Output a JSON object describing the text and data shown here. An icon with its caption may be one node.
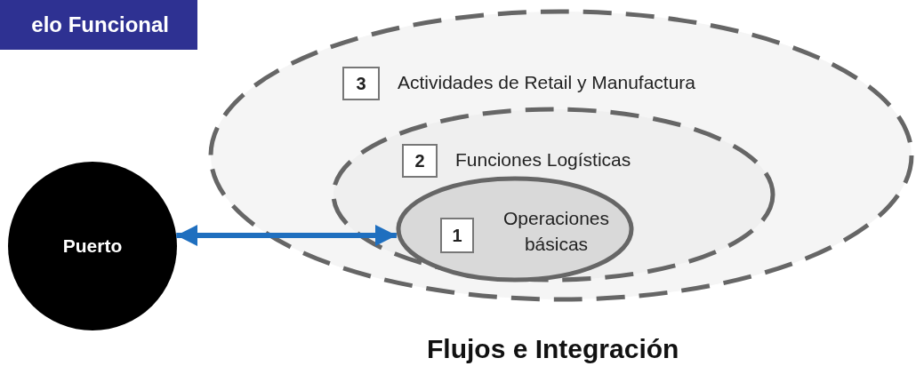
{
  "diagram": {
    "title": "elo Funcional",
    "caption": "Flujos e Integración",
    "nodes": [
      {
        "text": [
          "Puerto"
        ]
      },
      {
        "text": [
          "Actividades de Retail y Manufactura"
        ]
      },
      {
        "text": [
          "3"
        ],
        "in": 1
      },
      {
        "text": [
          "Funciones Logísticas"
        ],
        "in": 1
      },
      {
        "text": [
          "2"
        ],
        "in": 3
      },
      {
        "text": [
          "Operaciones básicas"
        ],
        "in": 3
      },
      {
        "text": [
          "1"
        ],
        "in": 5
      }
    ],
    "edges": [
      {
        "from": 0,
        "to": 5,
        "arrow": "both",
        "color": "#1f6fbf"
      }
    ]
  }
}
